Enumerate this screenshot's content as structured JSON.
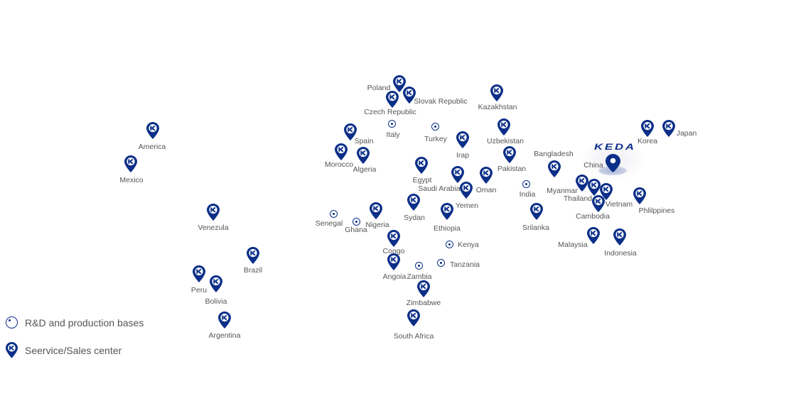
{
  "brand": {
    "logo_text": "KEDA",
    "hq_label": "China"
  },
  "colors": {
    "marker": "#0b2f88",
    "label": "#555555"
  },
  "locations": [
    {
      "name": "Poland",
      "type": "sales"
    },
    {
      "name": "Czech Republic",
      "type": "sales"
    },
    {
      "name": "Slovak Republic",
      "type": "sales"
    },
    {
      "name": "Kazakhstan",
      "type": "sales"
    },
    {
      "name": "Italy",
      "type": "base"
    },
    {
      "name": "Turkey",
      "type": "base"
    },
    {
      "name": "Uzbekistan",
      "type": "sales"
    },
    {
      "name": "America",
      "type": "sales"
    },
    {
      "name": "Spain",
      "type": "sales"
    },
    {
      "name": "Irap",
      "type": "sales"
    },
    {
      "name": "Morocco",
      "type": "sales"
    },
    {
      "name": "Algeria",
      "type": "sales"
    },
    {
      "name": "Pakistan",
      "type": "sales"
    },
    {
      "name": "Bangladesh",
      "type": "sales"
    },
    {
      "name": "Mexico",
      "type": "sales"
    },
    {
      "name": "Egypt",
      "type": "sales"
    },
    {
      "name": "Saudi Arabia",
      "type": "sales"
    },
    {
      "name": "Oman",
      "type": "sales"
    },
    {
      "name": "Yemen",
      "type": "sales"
    },
    {
      "name": "India",
      "type": "base"
    },
    {
      "name": "Korea",
      "type": "sales"
    },
    {
      "name": "Japan",
      "type": "sales"
    },
    {
      "name": "Myanmar",
      "type": "sales"
    },
    {
      "name": "Thailand",
      "type": "sales"
    },
    {
      "name": "Vietnam",
      "type": "sales"
    },
    {
      "name": "Cambodia",
      "type": "sales"
    },
    {
      "name": "Phlilppines",
      "type": "sales"
    },
    {
      "name": "Sydan",
      "type": "sales"
    },
    {
      "name": "Nigeria",
      "type": "sales"
    },
    {
      "name": "Senegal",
      "type": "base"
    },
    {
      "name": "Ghana",
      "type": "base"
    },
    {
      "name": "Ethiopia",
      "type": "sales"
    },
    {
      "name": "Srilanka",
      "type": "sales"
    },
    {
      "name": "Venezula",
      "type": "sales"
    },
    {
      "name": "Congo",
      "type": "sales"
    },
    {
      "name": "Kenya",
      "type": "base"
    },
    {
      "name": "Malaysia",
      "type": "sales"
    },
    {
      "name": "Indonesia",
      "type": "sales"
    },
    {
      "name": "Brazil",
      "type": "sales"
    },
    {
      "name": "Tanzania",
      "type": "base"
    },
    {
      "name": "Zambia",
      "type": "base"
    },
    {
      "name": "Angoia",
      "type": "sales"
    },
    {
      "name": "Peru",
      "type": "sales"
    },
    {
      "name": "Bolivia",
      "type": "sales"
    },
    {
      "name": "Zimbabwe",
      "type": "sales"
    },
    {
      "name": "Argentina",
      "type": "sales"
    },
    {
      "name": "South Africa",
      "type": "sales"
    }
  ],
  "legend": {
    "base_label": "R&D and production bases",
    "sales_label": "Seervice/Sales center"
  }
}
